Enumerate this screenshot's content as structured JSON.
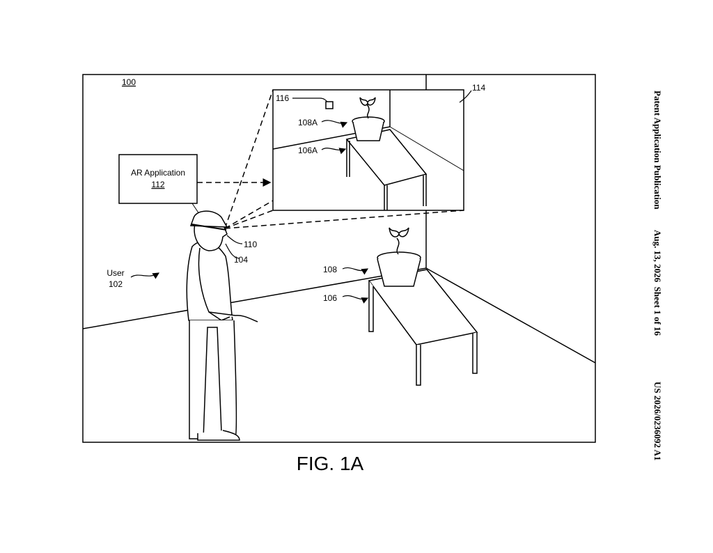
{
  "figure": {
    "caption": "FIG. 1A",
    "ref_system": "100"
  },
  "header": {
    "publication": "Patent Application Publication",
    "date_sheet": "Aug. 13, 2026  Sheet 1 of 16",
    "number": "US 2026/0236092 A1"
  },
  "labels": {
    "ar_app_title": "AR Application",
    "ar_app_ref": "112",
    "user_title": "User",
    "user_ref": "102",
    "ref_110": "110",
    "ref_104": "104",
    "ref_108": "108",
    "ref_106": "106",
    "ref_108A": "108A",
    "ref_106A": "106A",
    "ref_116": "116",
    "ref_114": "114"
  }
}
